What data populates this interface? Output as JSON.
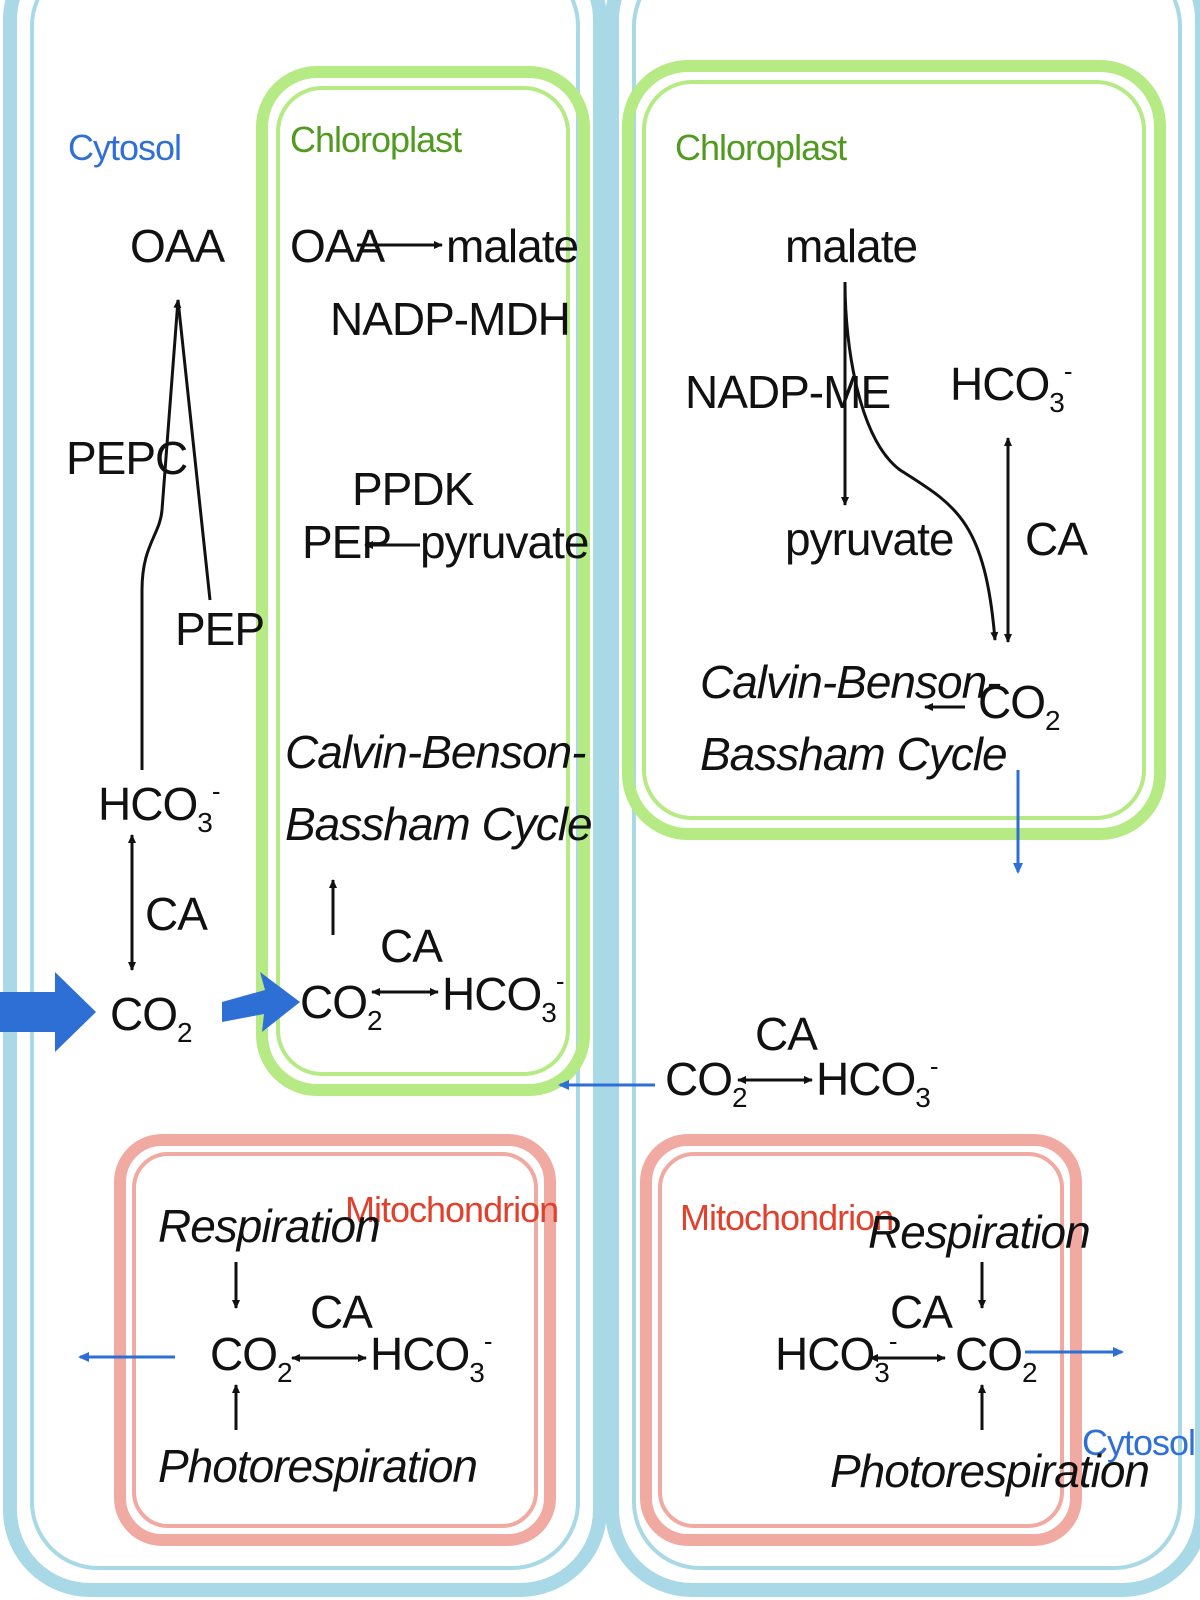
{
  "colors": {
    "cell_border": "#a9d9e6",
    "chloroplast_border": "#b6ea84",
    "mitochondrion_border": "#f1aaa2",
    "flux_arrow": "#2d6fd4",
    "text": "#111111"
  },
  "labels": {
    "cytosol_left": "Cytosol",
    "cytosol_right": "Cytosol",
    "chloroplast_left": "Chloroplast",
    "chloroplast_right": "Chloroplast",
    "mito_left": "Mitochondrion",
    "mito_right": "Mitochondrion"
  },
  "terms": {
    "oaa": "OAA",
    "malate": "malate",
    "nadp_mdh": "NADP-MDH",
    "nadp_me": "NADP-ME",
    "pepc": "PEPC",
    "pep": "PEP",
    "ppdk": "PPDK",
    "pyruvate": "pyruvate",
    "hco3": "HCO",
    "co2": "CO",
    "sub_3": "3",
    "sub_2": "2",
    "minus": "-",
    "ca": "CA",
    "calvin_line1": "Calvin-Benson-",
    "calvin_line2": "Bassham Cycle",
    "respiration": "Respiration",
    "photorespiration": "Photorespiration"
  }
}
